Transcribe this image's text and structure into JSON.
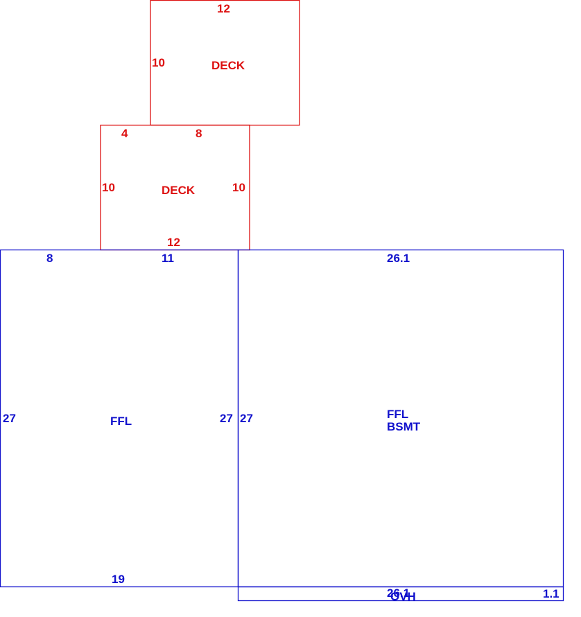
{
  "colors": {
    "deck": "#dd1111",
    "house": "#1111cc"
  },
  "upper_deck": {
    "name": "DECK",
    "dim_top": "12",
    "dim_left": "10"
  },
  "lower_deck": {
    "name": "DECK",
    "dim_top_left": "4",
    "dim_top": "8",
    "dim_left": "10",
    "dim_right": "10",
    "dim_bottom": "12"
  },
  "left_area": {
    "name": "FFL",
    "dim_top_left": "8",
    "dim_top": "11",
    "dim_left": "27",
    "dim_right": "27",
    "dim_bottom": "19"
  },
  "right_area": {
    "name_line1": "FFL",
    "name_line2": "BSMT",
    "dim_top": "26.1",
    "dim_left": "27"
  },
  "overhang": {
    "name": "OVH",
    "dim_length": "26.1",
    "dim_depth": "1.1"
  }
}
